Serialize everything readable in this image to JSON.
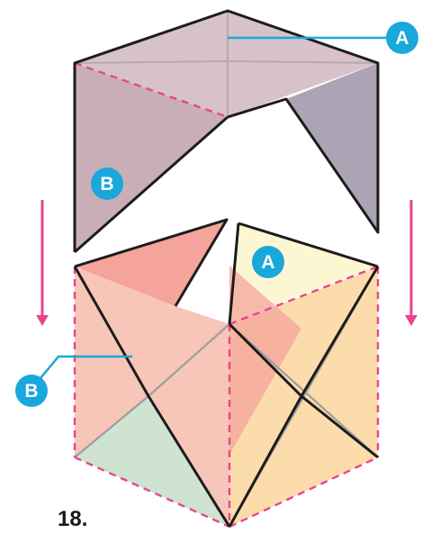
{
  "figure": {
    "step_number": "18.",
    "callouts": [
      {
        "label": "A"
      },
      {
        "label": "B"
      },
      {
        "label": "A"
      },
      {
        "label": "B"
      }
    ]
  },
  "colors": {
    "upper_left_face": "#c9aeb7",
    "upper_right_face": "#aca4b5",
    "lower_left_face": "#f7c6b8",
    "lower_right_face": "#fcdcab",
    "inner_flap": "#f4a49a",
    "back_yellow_panel": "#fdf6d2",
    "green_triangle": "#cfe3d1",
    "fold_line": "#e8458f",
    "crease_line": "#9e9e9e",
    "outline": "#1c1c1c",
    "callout": "#19a7dc",
    "arrow": "#e8458f"
  }
}
